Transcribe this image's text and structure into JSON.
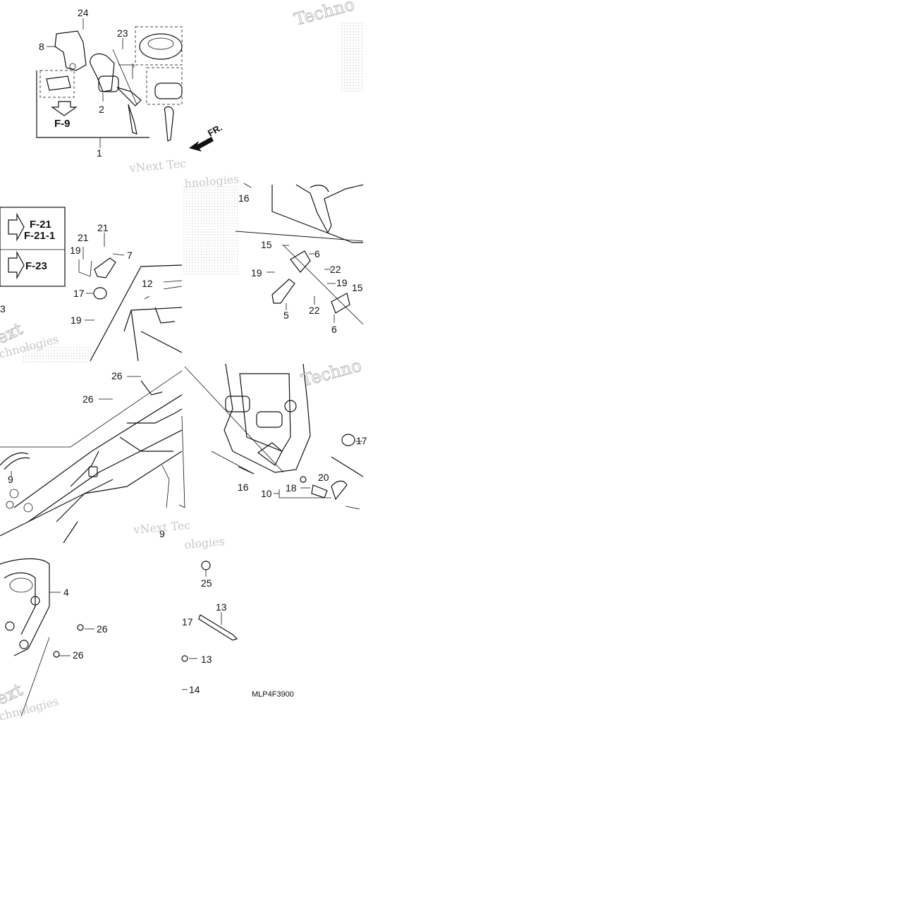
{
  "callouts": {
    "c1": "1",
    "c2": "2",
    "c3": "3",
    "c4": "4",
    "c5": "5",
    "c6a": "6",
    "c6b": "6",
    "c7": "7",
    "c8": "8",
    "c9a": "9",
    "c9b": "9",
    "c10": "10",
    "c12": "12",
    "c13a": "13",
    "c13b": "13",
    "c14": "14",
    "c15a": "15",
    "c15b": "15",
    "c16a": "16",
    "c16b": "16",
    "c17a": "17",
    "c17b": "17",
    "c18": "18",
    "c19a": "19",
    "c19b": "19",
    "c19c": "19",
    "c19d": "19",
    "c20": "20",
    "c21a": "21",
    "c21b": "21",
    "c22a": "22",
    "c22b": "22",
    "c23": "23",
    "c24": "24",
    "c25": "25",
    "c26a": "26",
    "c26b": "26",
    "c26c": "26",
    "c26d": "26"
  },
  "references": {
    "f9": "F-9",
    "f21": "F-21",
    "f21_1": "F-21-1",
    "f23": "F-23"
  },
  "direction_label": "FR.",
  "diagram_code": "MLP4F3900",
  "watermarks": {
    "w1": "Techno",
    "w2": "vNext Tec",
    "w3": "hnologies",
    "w4": "ext",
    "w5": "chnologies",
    "w6": "Techno",
    "w7": "vNext Tec",
    "w8": "ologies",
    "w9": "ext",
    "w10": "chnologies"
  }
}
